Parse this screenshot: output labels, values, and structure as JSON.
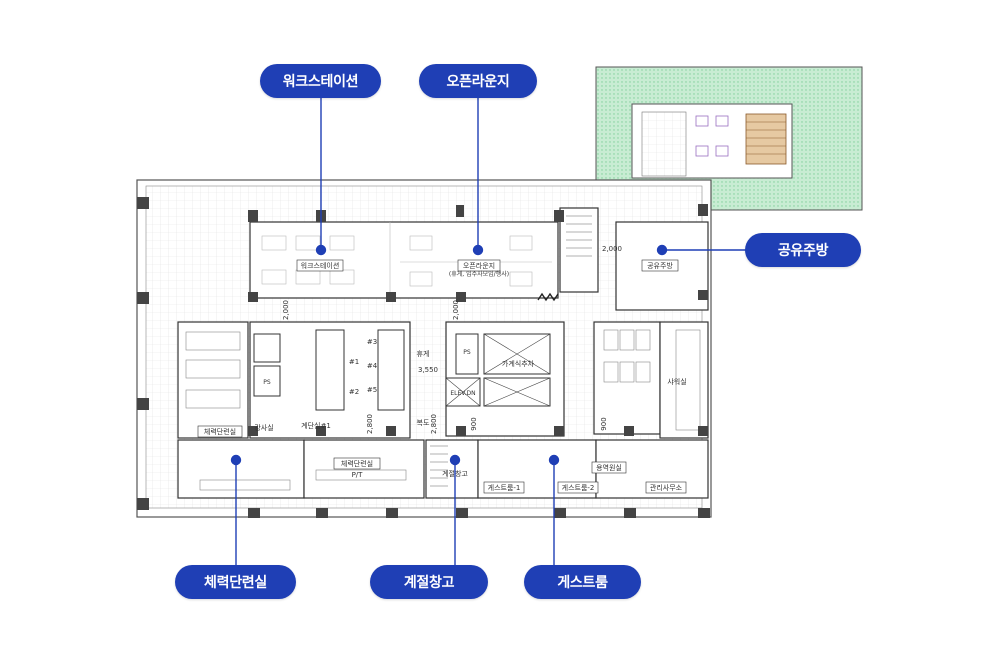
{
  "callouts": {
    "workstation": "워크스테이션",
    "open_lounge": "오픈라운지",
    "shared_kitchen": "공유주방",
    "fitness_room": "체력단련실",
    "seasonal_storage": "계절창고",
    "guest_room": "게스트룸"
  },
  "plan_labels": {
    "workstation": "워크스테이션",
    "open_lounge": "오픈라운지",
    "open_lounge_sub": "(휴게, 입주자모임/행사)",
    "shared_kitchen": "공유주방",
    "storage_room": "가계식추차",
    "fitness_a": "체력단련실",
    "fitness_b": "체력단련실",
    "fitness_b_sub": "P/T",
    "lounge_rest": "휴게",
    "corridor": "복도",
    "stair": "계단실#1",
    "gangsa": "강사실",
    "seasonal": "계절창고",
    "guest_1": "게스트룸-1",
    "guest_2": "게스트룸-2",
    "supply_room": "용역원실",
    "office": "관리사무소",
    "shower": "샤워실",
    "elevator": "ELEV.DN",
    "ps1": "PS",
    "ps2": "PS",
    "dim_2000_a": "2,000",
    "dim_2000_b": "2,000",
    "dim_2000_c": "2,000",
    "dim_3550": "3,550",
    "dim_2800_a": "2,800",
    "dim_2800_b": "2,800",
    "dim_900_a": "900",
    "dim_900_b": "900",
    "e1": "#1",
    "e2": "#2",
    "e3": "#3",
    "e4": "#4",
    "e5": "#5"
  },
  "colors": {
    "callout": "#1f3fb5",
    "roof_green": "#c6ecd2",
    "wall": "#333333",
    "column": "#444444",
    "grid": "#e3e3e3"
  }
}
